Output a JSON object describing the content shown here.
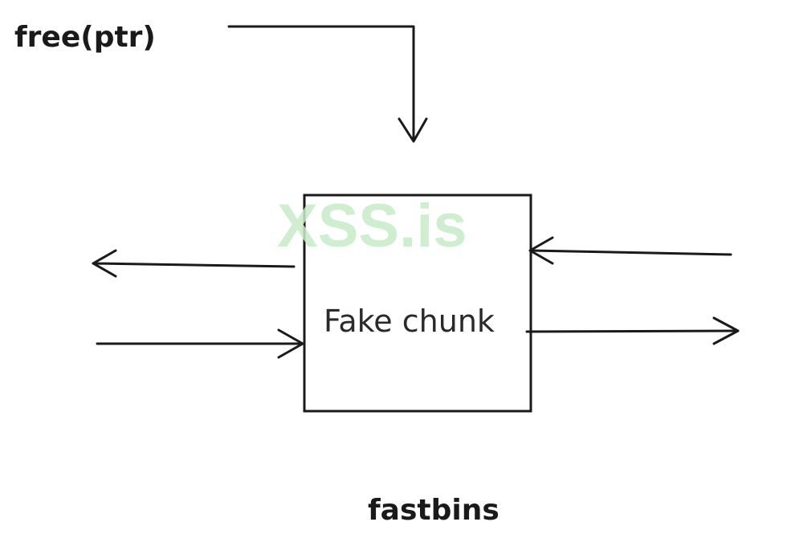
{
  "labels": {
    "free_call": "free(ptr)",
    "chunk": "Fake chunk",
    "bin_name": "fastbins"
  },
  "watermark": {
    "text": "XSS.is",
    "color": "#c7ecc7"
  },
  "colors": {
    "stroke": "#1a1a1a",
    "background": "#ffffff"
  }
}
